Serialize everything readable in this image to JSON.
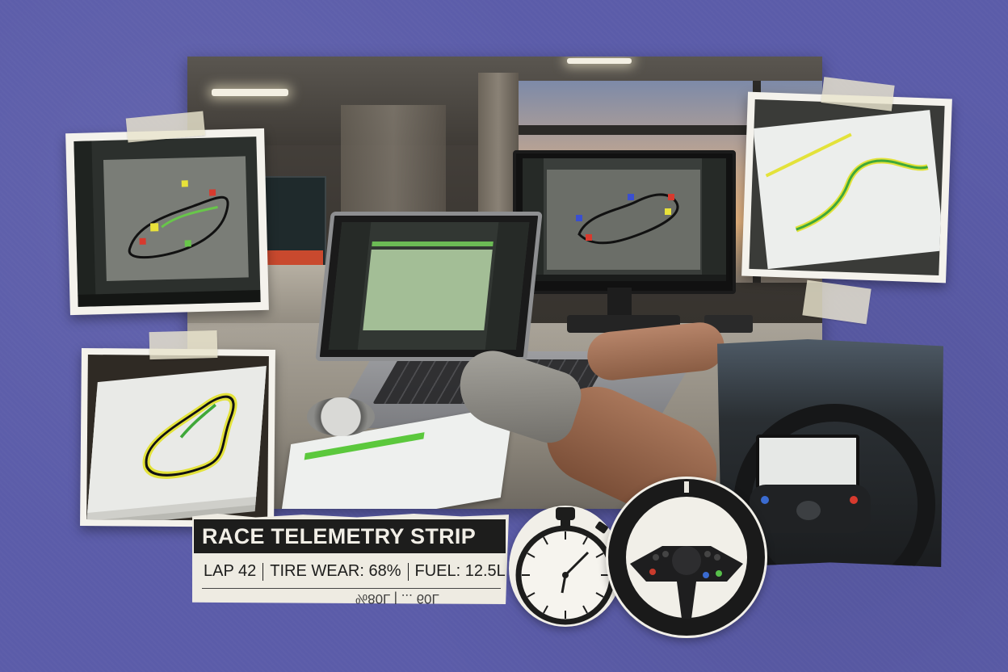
{
  "strip": {
    "title": "RACE TELEMETRY STRIP",
    "lap": "LAP 42",
    "tire_wear": "TIRE WEAR: 68%",
    "fuel": "FUEL: 12.5L",
    "ghost": "%80L  |  ...  60L"
  },
  "colors": {
    "background": "#5b5ca9",
    "strip_bg": "#1d1d1c",
    "strip_text": "#f1eee6",
    "track_highlight": "#5bc83c",
    "track_yellow": "#e3e23a"
  },
  "icons": [
    "stopwatch-icon",
    "steering-wheel-icon",
    "map-pin-icon"
  ]
}
